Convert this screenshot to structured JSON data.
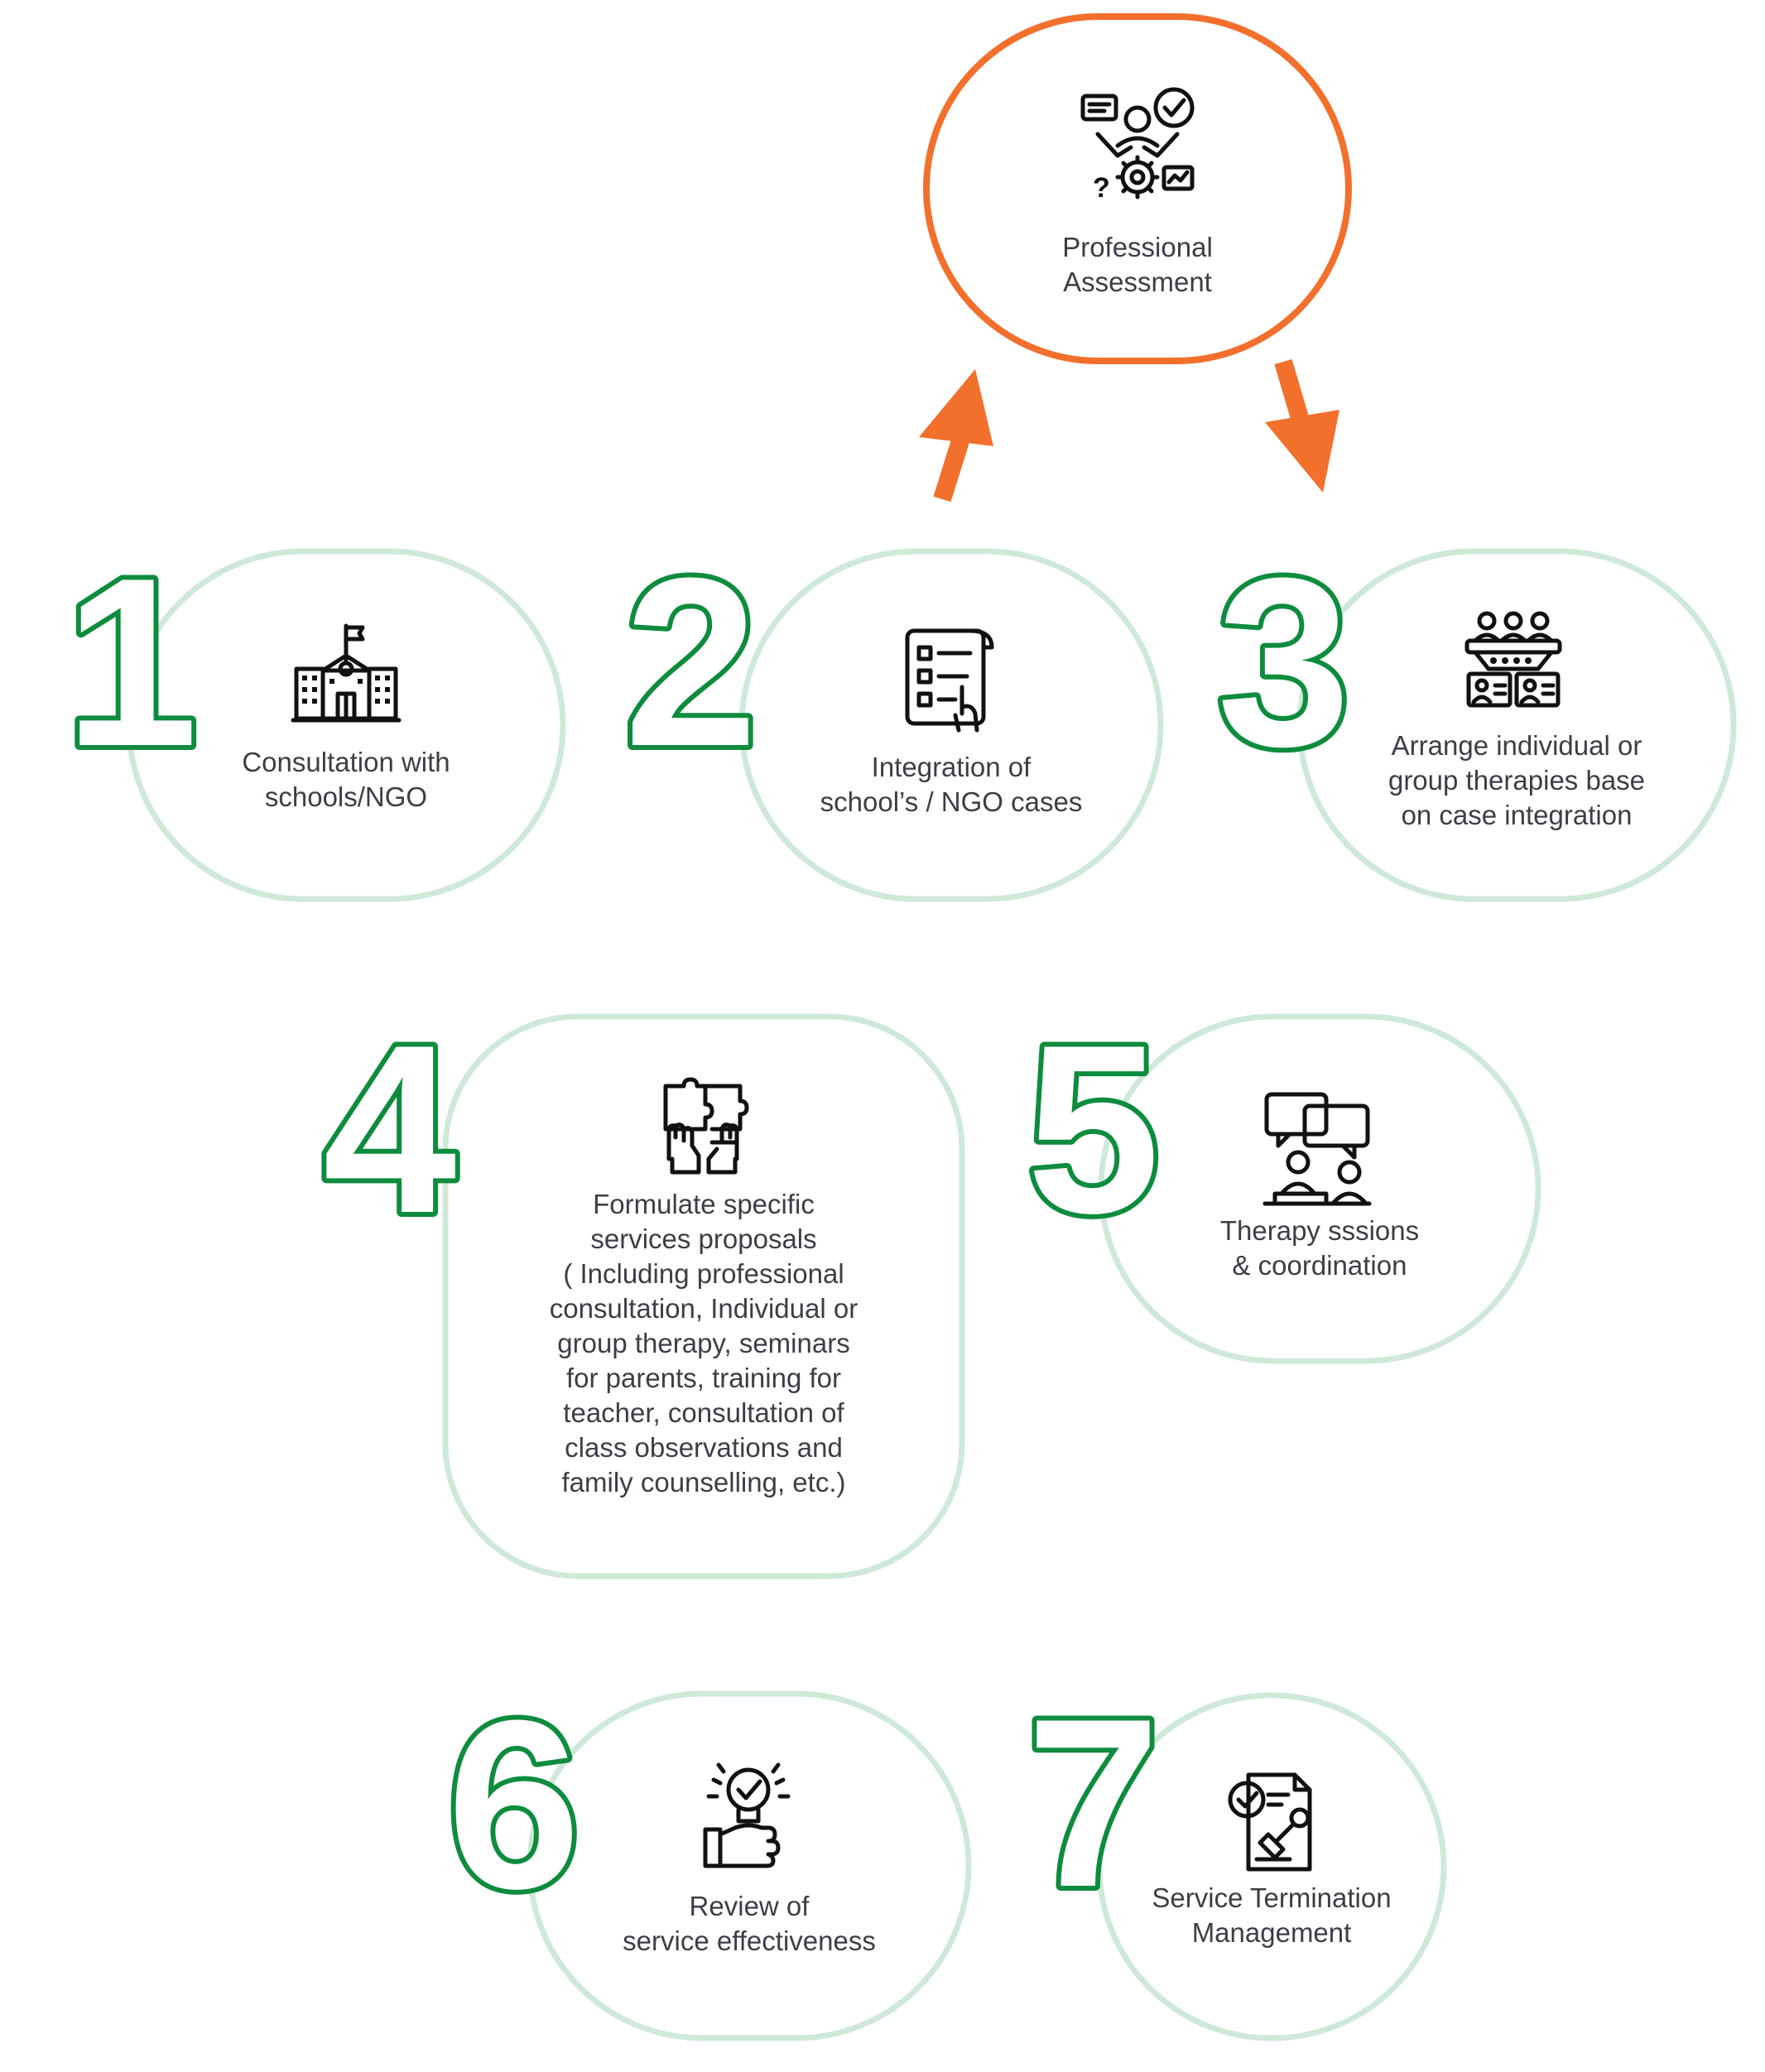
{
  "diagram": {
    "assessment": {
      "label": "Professional\nAssessment",
      "icon": "professional-assessment-icon"
    },
    "steps": [
      {
        "number": "1",
        "label": "Consultation with\nschools/NGO",
        "icon": "school-building-icon"
      },
      {
        "number": "2",
        "label": "Integration of\nschool’s / NGO cases",
        "icon": "checklist-document-icon"
      },
      {
        "number": "3",
        "label": "Arrange individual or\ngroup therapies base\non case integration",
        "icon": "group-therapy-icon"
      },
      {
        "number": "4",
        "label": "Formulate specific\nservices proposals\n( Including professional\nconsultation, Individual or\ngroup therapy, seminars\nfor parents, training for\nteacher, consultation of\nclass observations and\nfamily counselling, etc.)",
        "icon": "puzzle-hands-icon"
      },
      {
        "number": "5",
        "label": "Therapy sssions\n& coordination",
        "icon": "therapy-conversation-icon"
      },
      {
        "number": "6",
        "label": "Review of\nservice effectiveness",
        "icon": "hand-lightbulb-check-icon"
      },
      {
        "number": "7",
        "label": "Service Termination\nManagement",
        "icon": "contract-stamp-icon"
      }
    ],
    "colors": {
      "accent_orange": "#f26f2c",
      "number_green": "#0e8c3e",
      "pill_green": "#cfe9d8",
      "text": "#3b3f45"
    }
  }
}
